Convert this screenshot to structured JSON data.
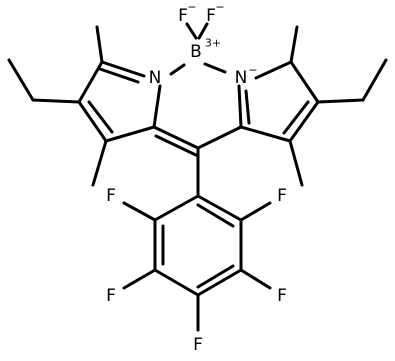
{
  "molecule": {
    "atoms": [
      {
        "id": "F1",
        "symbol": "F",
        "charge": "−"
      },
      {
        "id": "F2",
        "symbol": "F",
        "charge": "−"
      },
      {
        "id": "B",
        "symbol": "B",
        "charge": "3+"
      },
      {
        "id": "N1",
        "symbol": "N",
        "charge": ""
      },
      {
        "id": "N2",
        "symbol": "N",
        "charge": "−"
      },
      {
        "id": "F3",
        "symbol": "F",
        "charge": ""
      },
      {
        "id": "F4",
        "symbol": "F",
        "charge": ""
      },
      {
        "id": "F5",
        "symbol": "F",
        "charge": ""
      },
      {
        "id": "F6",
        "symbol": "F",
        "charge": ""
      },
      {
        "id": "F7",
        "symbol": "F",
        "charge": ""
      }
    ]
  }
}
